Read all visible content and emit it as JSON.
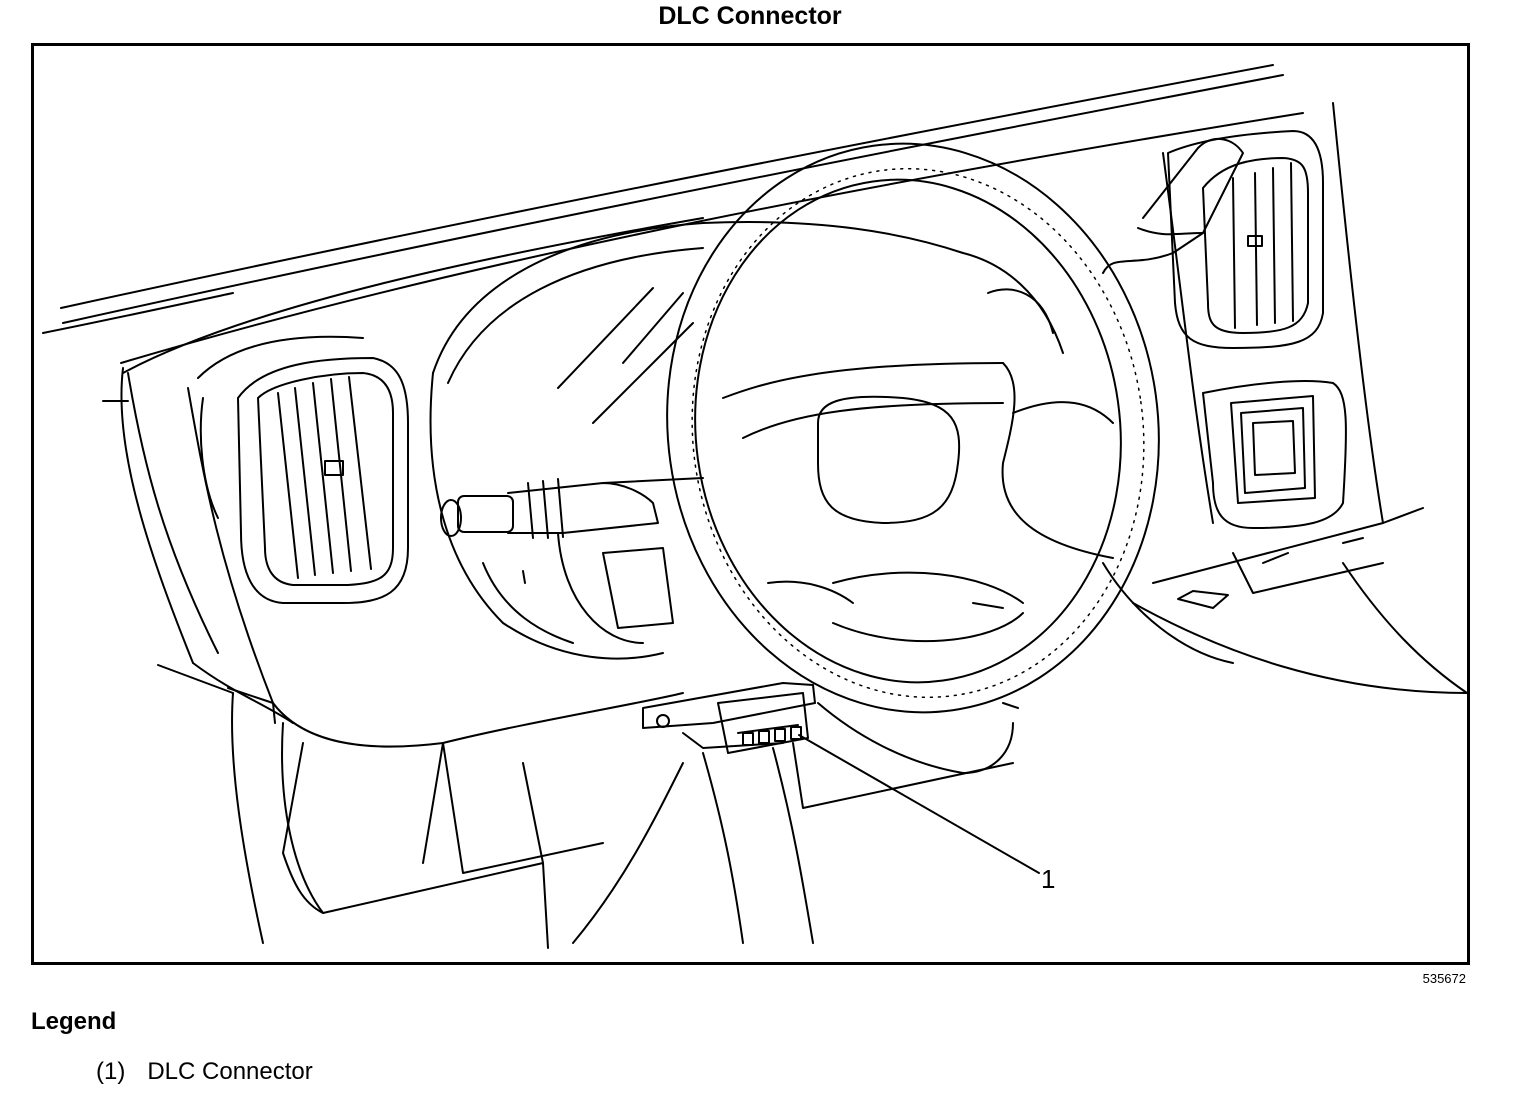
{
  "title": "DLC Connector",
  "figure_id": "535672",
  "callouts": [
    {
      "number": "1"
    }
  ],
  "legend": {
    "heading": "Legend",
    "items": [
      {
        "number": "(1)",
        "label": "DLC Connector"
      }
    ]
  }
}
